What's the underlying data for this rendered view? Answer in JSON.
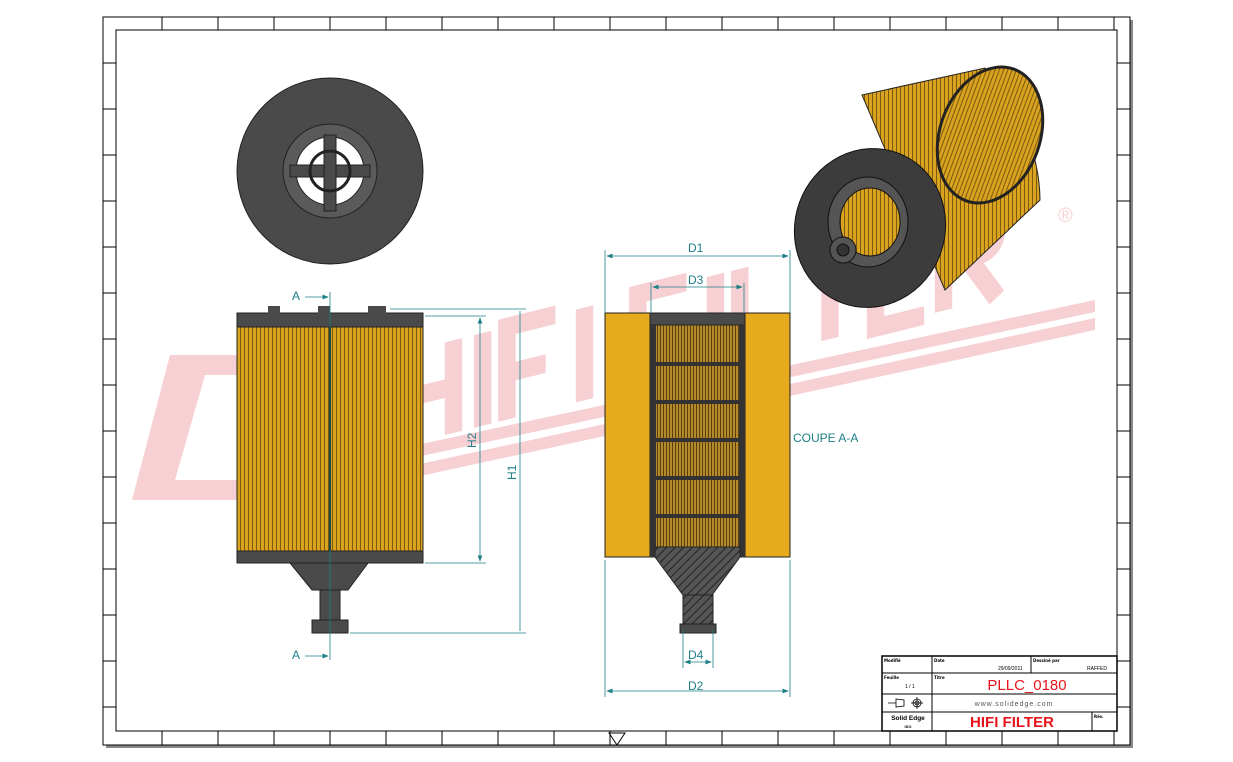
{
  "drawing": {
    "dimensions": {
      "d1": "D1",
      "d2": "D2",
      "d3": "D3",
      "d4": "D4",
      "h1": "H1",
      "h2": "H2"
    },
    "section_marker": "A",
    "section_label": "COUPE A-A"
  },
  "watermark": {
    "text": "HIFI FILTER",
    "registered": "®"
  },
  "title_block": {
    "modified_label": "Modifié",
    "date_label": "Date",
    "date_value": "29/09/2011",
    "drawn_by_label": "Dessiné par",
    "drawn_by_value": "RAFFED",
    "sheet_label": "Feuille",
    "sheet_value": "1 / 1",
    "title_label": "Titre",
    "part_number": "PLLC_0180",
    "website": "www.solidedge.com",
    "software": "Solid Edge",
    "software_sub": "ISO",
    "company": "HIFI FILTER",
    "rev_label": "Rév."
  },
  "colors": {
    "teal": "#1d7f86",
    "red": "#e8141c",
    "filter_yellow": "#e5aa1e",
    "cap_gray": "#4a4a4a",
    "watermark": "#f6c8cc"
  }
}
